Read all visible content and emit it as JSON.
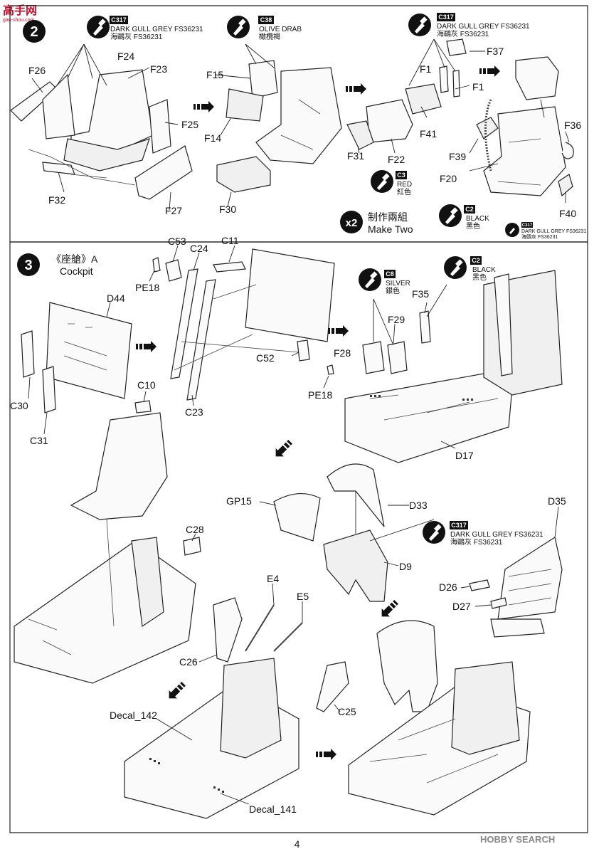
{
  "watermark": {
    "top_left": "高手网",
    "top_left_url": "gao-shou.com",
    "bottom_right": "HOBBY SEARCH"
  },
  "page_number": "4",
  "step2": {
    "number": "2",
    "multiplier": "x2",
    "multiplier_zh": "制作兩組",
    "multiplier_en": "Make Two",
    "paints": [
      {
        "code": "C317",
        "name_en": "DARK GULL GREY FS36231",
        "name_zh": "海鷗灰 FS36231"
      },
      {
        "code": "C38",
        "name_en": "OLIVE DRAB",
        "name_zh": "橄欖褐"
      },
      {
        "code": "C317",
        "name_en": "DARK GULL GREY FS36231",
        "name_zh": "海鷗灰 FS36231"
      },
      {
        "code": "C3",
        "name_en": "RED",
        "name_zh": "紅色"
      },
      {
        "code": "C2",
        "name_en": "BLACK",
        "name_zh": "黑色"
      },
      {
        "code": "C317",
        "name_en": "DARK GULL GREY FS36231",
        "name_zh": "海鷗灰 FS36231"
      }
    ],
    "parts": [
      "F26",
      "F24",
      "F23",
      "F25",
      "F32",
      "F27",
      "F15",
      "F14",
      "F30",
      "F37",
      "F1",
      "F1",
      "F41",
      "F31",
      "F22",
      "F36",
      "F39",
      "F20",
      "F40"
    ]
  },
  "step3": {
    "number": "3",
    "title_zh": "《座艙》A",
    "title_en": "Cockpit",
    "paints": [
      {
        "code": "C8",
        "name_en": "SILVER",
        "name_zh": "銀色"
      },
      {
        "code": "C2",
        "name_en": "BLACK",
        "name_zh": "黑色"
      },
      {
        "code": "C317",
        "name_en": "DARK GULL GREY FS36231",
        "name_zh": "海鷗灰 FS36231"
      }
    ],
    "parts": [
      "PE18",
      "C53",
      "C24",
      "C11",
      "D44",
      "C30",
      "C31",
      "C23",
      "C52",
      "PE18",
      "F28",
      "F29",
      "F35",
      "D17",
      "C10",
      "GP15",
      "D33",
      "D9",
      "D35",
      "C28",
      "E4",
      "E5",
      "D26",
      "D27",
      "C26",
      "C25",
      "Decal_142",
      "Decal_141"
    ]
  }
}
